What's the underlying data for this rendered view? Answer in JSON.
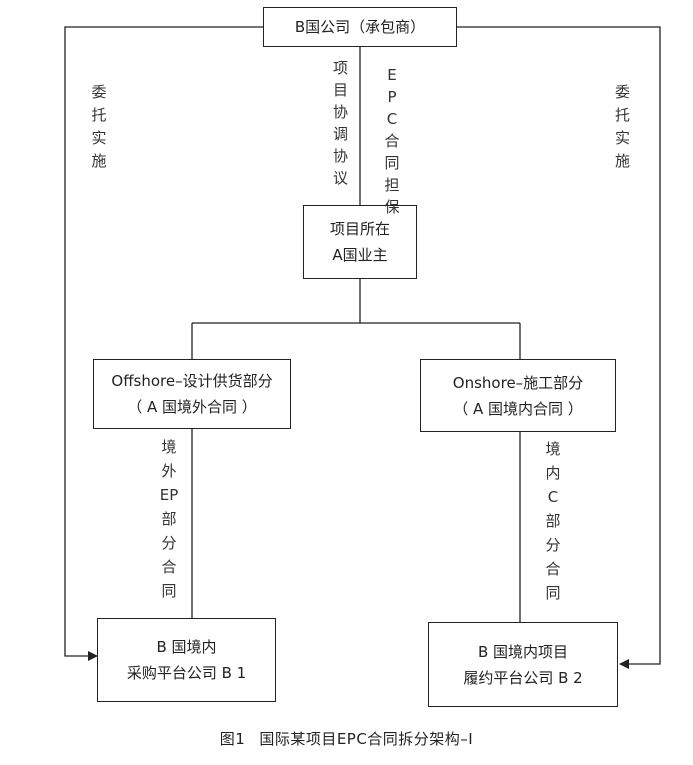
{
  "nodes": {
    "contractor": "B国公司（承包商）",
    "owner_line1": "项目所在",
    "owner_line2": "A国业主",
    "offshore_line1": "Offshore–设计供货部分",
    "offshore_line2": "（ A 国境外合同 ）",
    "onshore_line1": "Onshore–施工部分",
    "onshore_line2": "（ A 国境内合同 ）",
    "b1_line1": "B 国境内",
    "b1_line2": "采购平台公司 B 1",
    "b2_line1": "B 国境内项目",
    "b2_line2": "履约平台公司 B 2"
  },
  "edge_labels": {
    "left_entrust": "委托实施",
    "right_entrust": "委托实施",
    "coordination": "项目协调协议",
    "guarantee": [
      "E",
      "P",
      "C",
      "合",
      "同",
      "担",
      "保"
    ],
    "offshore_sub": [
      "境",
      "外",
      "EP",
      "部",
      "分",
      "合",
      "同"
    ],
    "onshore_sub": [
      "境",
      "内",
      "C",
      "部",
      "分",
      "合",
      "同"
    ]
  },
  "caption": {
    "number": "图1",
    "title": "国际某项目EPC合同拆分架构–I"
  }
}
